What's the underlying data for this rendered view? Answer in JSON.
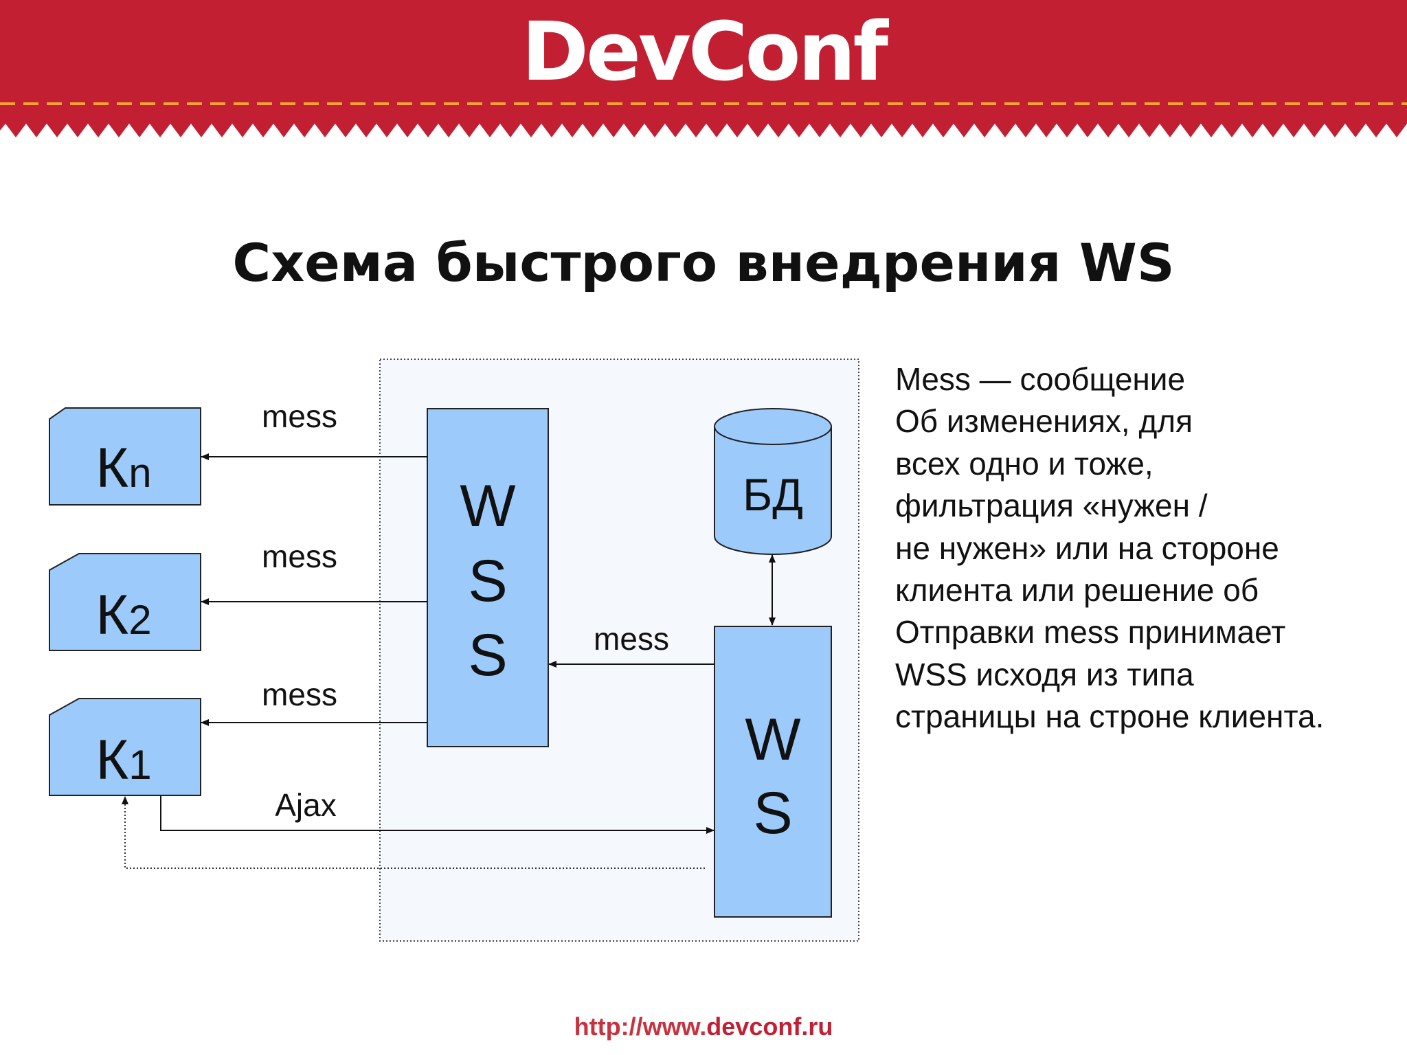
{
  "header": {
    "logo_text": "DevConf",
    "colors": {
      "background": "#c21f32",
      "stripe": "#f3a430"
    }
  },
  "slide": {
    "title": "Схема быстрого внедрения WS"
  },
  "diagram": {
    "clients": [
      {
        "letter": "К",
        "subscript": "n"
      },
      {
        "letter": "К",
        "subscript": "2"
      },
      {
        "letter": "К",
        "subscript": "1"
      }
    ],
    "wss_box": [
      "W",
      "S",
      "S"
    ],
    "ws_box": [
      "W",
      "S"
    ],
    "db_label": "БД",
    "edge_labels": {
      "mess_kn": "mess",
      "mess_k2": "mess",
      "mess_k1": "mess",
      "mess_ws_to_wss": "mess",
      "ajax": "Ajax"
    },
    "colors": {
      "box_fill": "#9ccbfb",
      "panel_fill": "#f5f8fc"
    }
  },
  "description_lines": [
    "Mess — сообщение",
    "Об изменениях, для",
    "всех одно и тоже,",
    "фильтрация «нужен /",
    "не нужен» или на стороне",
    "клиента или решение об",
    "Отправки mess принимает",
    "WSS исходя из типа",
    "страницы на строне клиента."
  ],
  "footer": {
    "url_prefix": "http://www.",
    "url_domain": "devconf.ru"
  }
}
